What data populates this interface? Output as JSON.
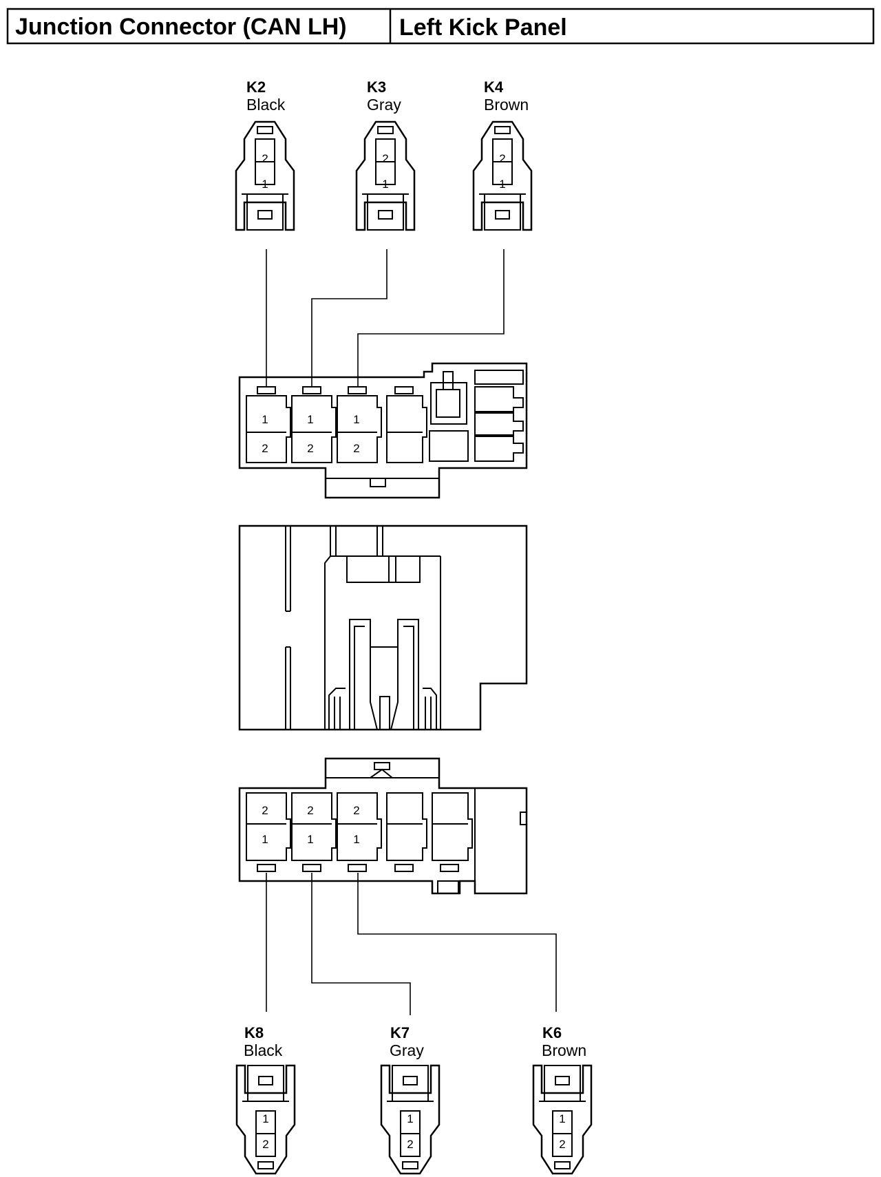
{
  "header": {
    "connector_title": "Junction Connector (CAN LH)",
    "location": "Left Kick Panel"
  },
  "top_connectors": [
    {
      "id": "K2",
      "color": "Black",
      "pins": [
        "2",
        "1"
      ]
    },
    {
      "id": "K3",
      "color": "Gray",
      "pins": [
        "2",
        "1"
      ]
    },
    {
      "id": "K4",
      "color": "Brown",
      "pins": [
        "2",
        "1"
      ]
    }
  ],
  "bottom_connectors": [
    {
      "id": "K8",
      "color": "Black",
      "pins": [
        "1",
        "2"
      ]
    },
    {
      "id": "K7",
      "color": "Gray",
      "pins": [
        "1",
        "2"
      ]
    },
    {
      "id": "K6",
      "color": "Brown",
      "pins": [
        "1",
        "2"
      ]
    }
  ],
  "junction_top_face": {
    "cavities": [
      {
        "top": "1",
        "bottom": "2"
      },
      {
        "top": "1",
        "bottom": "2"
      },
      {
        "top": "1",
        "bottom": "2"
      },
      {
        "top": "",
        "bottom": ""
      }
    ]
  },
  "junction_bottom_face": {
    "cavities": [
      {
        "top": "2",
        "bottom": "1"
      },
      {
        "top": "2",
        "bottom": "1"
      },
      {
        "top": "2",
        "bottom": "1"
      },
      {
        "top": "",
        "bottom": ""
      },
      {
        "top": "",
        "bottom": ""
      }
    ]
  }
}
